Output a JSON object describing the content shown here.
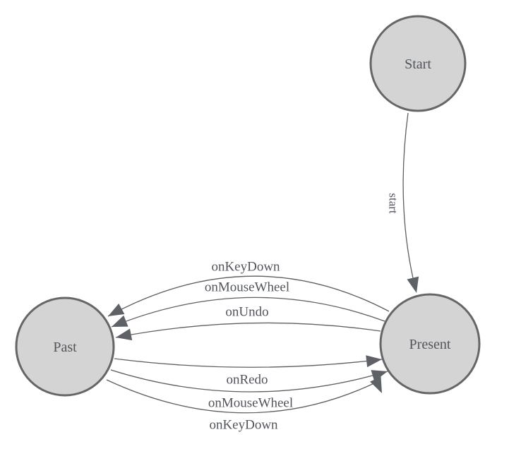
{
  "diagram": {
    "nodes": [
      {
        "id": "start",
        "label": "Start"
      },
      {
        "id": "past",
        "label": "Past"
      },
      {
        "id": "present",
        "label": "Present"
      }
    ],
    "edges": [
      {
        "from": "Start",
        "to": "Present",
        "label": "start"
      },
      {
        "from": "Present",
        "to": "Past",
        "label": "onKeyDown"
      },
      {
        "from": "Present",
        "to": "Past",
        "label": "onMouseWheel"
      },
      {
        "from": "Present",
        "to": "Past",
        "label": "onUndo"
      },
      {
        "from": "Past",
        "to": "Present",
        "label": "onRedo"
      },
      {
        "from": "Past",
        "to": "Present",
        "label": "onMouseWheel"
      },
      {
        "from": "Past",
        "to": "Present",
        "label": "onKeyDown"
      }
    ],
    "colors": {
      "node_fill": "#d4d4d4",
      "node_stroke": "#666666",
      "edge_stroke": "#5f5f5f",
      "arrow_fill": "#5e6266",
      "text": "#52555b"
    }
  }
}
